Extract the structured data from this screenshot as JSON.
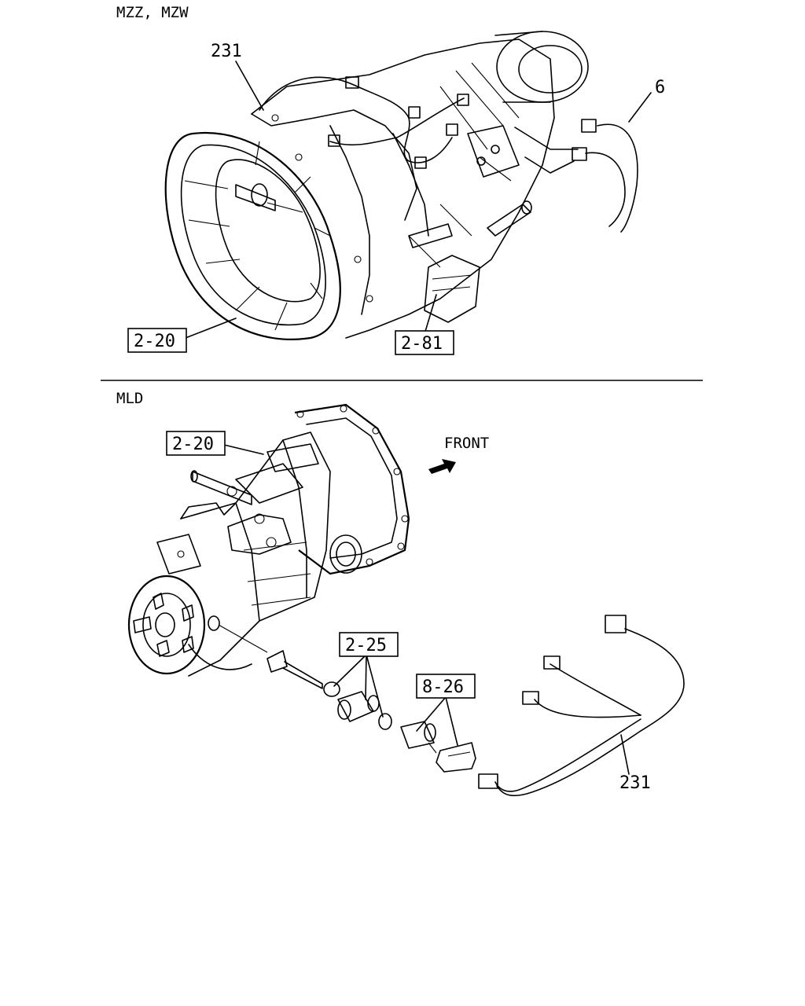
{
  "sections": [
    {
      "id": "upper",
      "model_label": "MZZ, MZW",
      "callouts": [
        {
          "text": "231",
          "boxed": false
        },
        {
          "text": "6",
          "boxed": false
        },
        {
          "text": "2-20",
          "boxed": true
        },
        {
          "text": "2-81",
          "boxed": true
        }
      ]
    },
    {
      "id": "lower",
      "model_label": "MLD",
      "direction_label": "FRONT",
      "callouts": [
        {
          "text": "2-20",
          "boxed": true
        },
        {
          "text": "2-25",
          "boxed": true
        },
        {
          "text": "8-26",
          "boxed": true
        },
        {
          "text": "231",
          "boxed": false
        }
      ]
    }
  ]
}
